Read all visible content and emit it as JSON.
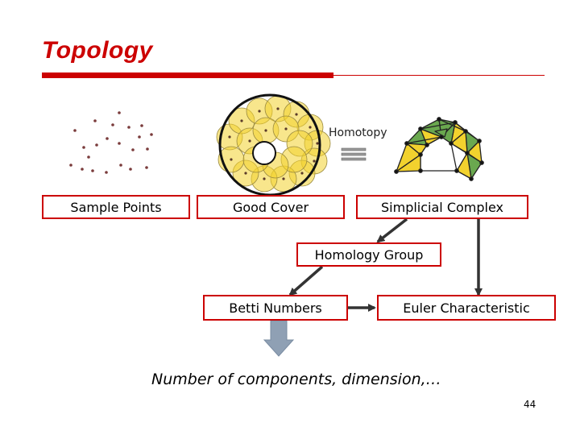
{
  "slide": {
    "title": "Topology",
    "page_number": "44",
    "bottom_text": "Number of components, dimension,…"
  },
  "diagram": {
    "homotopy_label": "Homotopy",
    "boxes": {
      "sample_points": "Sample Points",
      "good_cover": "Good Cover",
      "simplicial_complex": "Simplicial Complex",
      "homology_group": "Homology Group",
      "betti_numbers": "Betti Numbers",
      "euler_characteristic": "Euler Characteristic"
    }
  },
  "colors": {
    "title_red": "#cc0000",
    "box_border": "#cc0000",
    "arrow_dark": "#333333",
    "arrow_grey_blue": "#8fa0b4",
    "cover_yellow": "#f2d22e",
    "complex_green": "#6aa84f"
  }
}
